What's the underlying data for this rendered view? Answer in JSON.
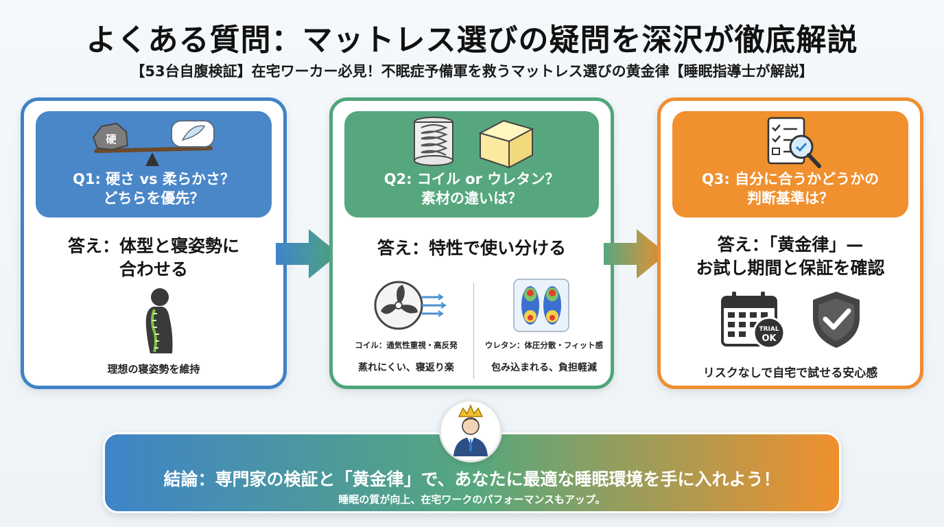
{
  "header": {
    "title": "よくある質問：マットレス選びの疑問を深沢が徹底解説",
    "subtitle": "【53台自腹検証】在宅ワーカー必見！不眠症予備軍を救うマットレス選びの黄金律【睡眠指導士が解説】"
  },
  "cards": [
    {
      "question_line1": "Q1: 硬さ vs 柔らかさ？",
      "question_line2": "どちらを優先？",
      "rock_label": "硬",
      "answer_line1": "答え：体型と寝姿勢に",
      "answer_line2": "合わせる",
      "caption": "理想の寝姿勢を維持"
    },
    {
      "question_line1": "Q2: コイル or ウレタン？",
      "question_line2": "素材の違いは？",
      "answer_line1": "答え：特性で使い分ける",
      "left_label": "コイル：通気性重視・高反発",
      "left_caption": "蒸れにくい、寝返り楽",
      "right_label": "ウレタン：体圧分散・フィット感",
      "right_caption": "包み込まれる、負担軽減"
    },
    {
      "question_line1": "Q3: 自分に合うかどうかの",
      "question_line2": "判断基準は？",
      "answer_line1": "答え：「黄金律」—",
      "answer_line2": "お試し期間と保証を確認",
      "trial_label_1": "TRIAL",
      "trial_label_2": "OK",
      "caption": "リスクなしで自宅で試せる安心感"
    }
  ],
  "conclusion": {
    "main": "結論：専門家の検証と「黄金律」で、あなたに最適な睡眠環境を手に入れよう！",
    "sub": "睡眠の質が向上、在宅ワークのパフォーマンスもアップ。"
  },
  "colors": {
    "blue": "#4a87c9",
    "green": "#56a77e",
    "orange": "#f0902e"
  },
  "icons": [
    "rock-icon",
    "feather-pillow-icon",
    "seesaw-icon",
    "spine-posture-icon",
    "coil-spring-icon",
    "foam-block-icon",
    "fan-airflow-icon",
    "foot-pressure-map-icon",
    "checklist-magnifier-icon",
    "calendar-trial-icon",
    "shield-check-icon",
    "expert-crown-avatar-icon",
    "arrow-right-icon"
  ]
}
